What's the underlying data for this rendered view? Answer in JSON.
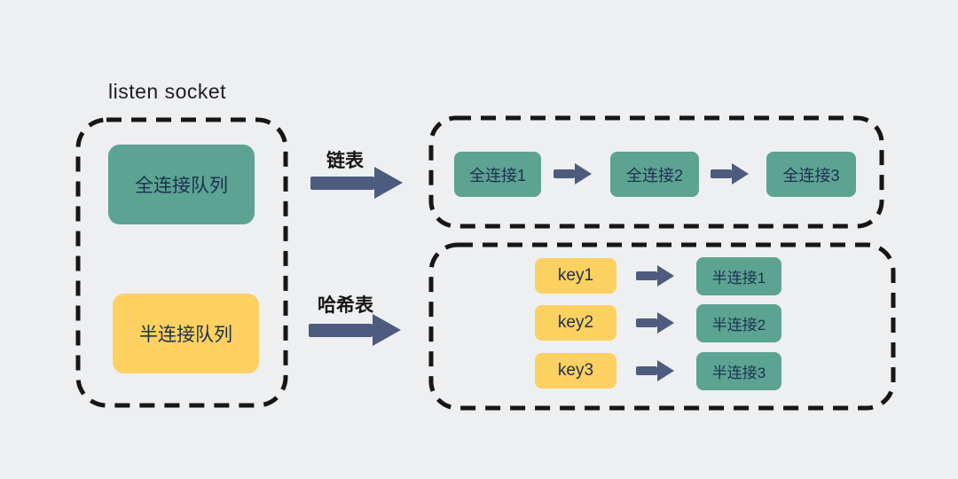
{
  "diagram": {
    "title": "listen socket",
    "colors": {
      "teal": "#5ca392",
      "yellow": "#fcd061",
      "arrow": "#4d5c7e",
      "background": "#edeff1",
      "box_text": "#1c3150",
      "dash": "#161616"
    },
    "listen_socket": {
      "full_queue_label": "全连接队列",
      "semi_queue_label": "半连接队列"
    },
    "edges": {
      "linked_list_label": "链表",
      "hash_table_label": "哈希表"
    },
    "full_connections": [
      "全连接1",
      "全连接2",
      "全连接3"
    ],
    "hash_entries": [
      {
        "key": "key1",
        "value": "半连接1"
      },
      {
        "key": "key2",
        "value": "半连接2"
      },
      {
        "key": "key3",
        "value": "半连接3"
      }
    ]
  }
}
